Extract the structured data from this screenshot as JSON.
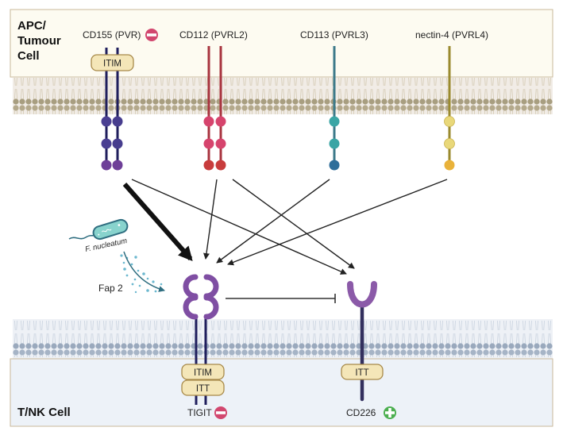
{
  "title_top": {
    "line1": "APC/",
    "line2": "Tumour",
    "line3": "Cell"
  },
  "title_bottom": "T/NK Cell",
  "ligands": [
    {
      "label": "CD155 (PVR)",
      "sign": "minus",
      "motif": "ITIM",
      "color": "#2b2a6b",
      "bead_colors": [
        "#4a3f92",
        "#4a3f92",
        "#6e3f98"
      ]
    },
    {
      "label": "CD112 (PVRL2)",
      "color": "#a8343f",
      "bead_colors": [
        "#d6446d",
        "#d6446d",
        "#c83c3c"
      ]
    },
    {
      "label": "CD113 (PVRL3)",
      "color": "#3d7a8a",
      "bead_colors": [
        "#3aa5a5",
        "#3aa5a5",
        "#2f6e9a"
      ]
    },
    {
      "label": "nectin-4 (PVRL4)",
      "color": "#9a8a2e",
      "bead_colors": [
        "#e9d87a",
        "#e9d87a",
        "#e9b23a"
      ]
    }
  ],
  "receptors": [
    {
      "label": "TIGIT",
      "sign": "minus",
      "motifs": [
        "ITIM",
        "ITT"
      ]
    },
    {
      "label": "CD226",
      "sign": "plus",
      "motifs": [
        "ITT"
      ]
    }
  ],
  "bacterium": {
    "label": "F. nucleatum",
    "protein": "Fap 2"
  },
  "colors": {
    "top_cell_bg": "#fdfbf1",
    "top_border": "#c9b89a",
    "bottom_cell_bg": "#edf2f8",
    "minus": "#d2476f",
    "plus": "#4caf50",
    "receptor_purple": "#8b5aa8",
    "motif_fill": "#f4e6b8",
    "motif_border": "#a88a4a"
  }
}
